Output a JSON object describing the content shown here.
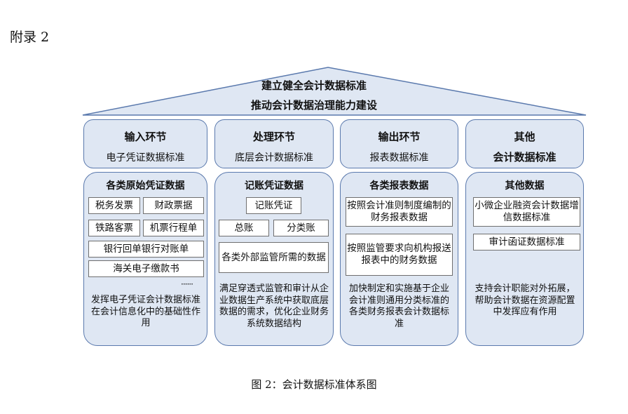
{
  "appendix_label": "附录 2",
  "roof": {
    "line1": "建立健全会计数据标准",
    "line2": "推动会计数据治理能力建设"
  },
  "columns": [
    {
      "header_title": "输入环节",
      "header_subtitle": "电子凭证数据标准",
      "body_title": "各类原始凭证数据",
      "items": [
        "税务发票",
        "财政票据",
        "铁路客票",
        "机票行程单",
        "银行回单银行对账单",
        "海关电子缴款书"
      ],
      "ellipsis": "······",
      "description": "发挥电子凭证会计数据标准在会计信息化中的基础性作用"
    },
    {
      "header_title": "处理环节",
      "header_subtitle": "底层会计数据标准",
      "body_title": "记账凭证数据",
      "items": [
        "记账凭证",
        "总账",
        "分类账",
        "各类外部监管所需的数据"
      ],
      "description": "满足穿透式监管和审计从企业数据生产系统中获取底层数据的需求，优化企业财务系统数据结构"
    },
    {
      "header_title": "输出环节",
      "header_subtitle": "报表数据标准",
      "body_title": "各类报表数据",
      "items": [
        "按照会计准则制度编制的财务报表数据",
        "按照监管要求向机构报送报表中的财务数据"
      ],
      "description": "加快制定和实施基于企业会计准则通用分类标准的各类财务报表会计数据标准"
    },
    {
      "header_title": "其他",
      "header_subtitle": "会计数据标准",
      "body_title": "其他数据",
      "items": [
        "小微企业融资会计数据增信数据标准",
        "审计函证数据标准"
      ],
      "description": "支持会计职能对外拓展，帮助会计数据在资源配置中发挥应有作用"
    }
  ],
  "caption": "图 2：会计数据标准体系图",
  "colors": {
    "fill": "#dfe7f3",
    "border": "#5a79ad",
    "box_border": "#6f6f6f"
  }
}
